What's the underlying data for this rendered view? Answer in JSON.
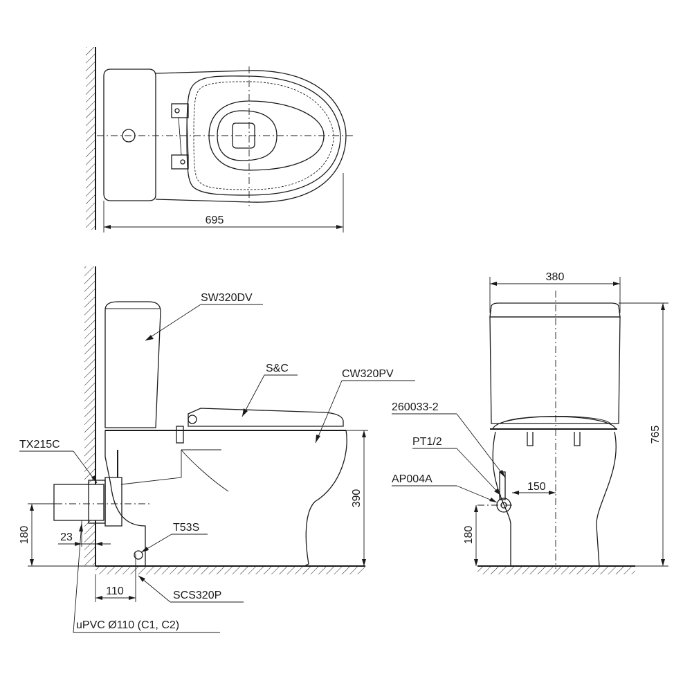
{
  "top_view": {
    "dim_length": "695"
  },
  "side_view": {
    "labels": {
      "tank": "SW320DV",
      "seat": "S&C",
      "bowl": "CW320PV",
      "connector": "TX215C",
      "flange": "T53S",
      "floor_part": "SCS320P",
      "pipe": "uPVC Ø110 (C1, C2)"
    },
    "dims": {
      "height_rim": "390",
      "pipe_height": "180",
      "pipe_offset": "23",
      "floor_offset": "110"
    }
  },
  "front_view": {
    "labels": {
      "hose": "260033-2",
      "thread": "PT1/2",
      "valve": "AP004A"
    },
    "dims": {
      "width": "380",
      "total_height": "765",
      "supply_offset": "150",
      "supply_height": "180"
    }
  }
}
